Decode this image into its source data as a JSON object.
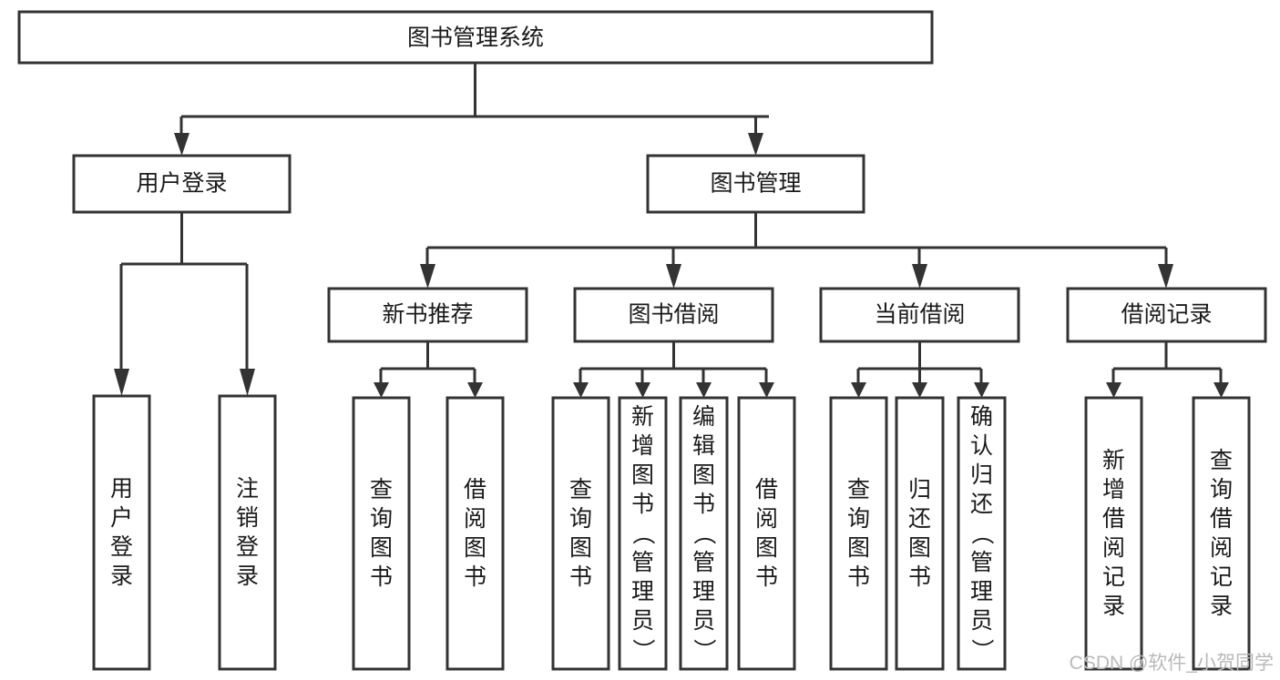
{
  "diagram": {
    "title": "图书管理系统",
    "type": "tree",
    "orientation": "top-down",
    "colors": {
      "box_stroke": "#333333",
      "box_fill": "#ffffff",
      "connector": "#333333",
      "text": "#1a1a1a",
      "background": "#ffffff",
      "watermark": "#b9b9b9"
    },
    "levels": [
      {
        "level": 1,
        "nodes": [
          {
            "id": "root",
            "label": "图书管理系统",
            "orientation": "horizontal"
          }
        ]
      },
      {
        "level": 2,
        "nodes": [
          {
            "id": "user-login",
            "label": "用户登录",
            "orientation": "horizontal",
            "parent": "root"
          },
          {
            "id": "book-manage",
            "label": "图书管理",
            "orientation": "horizontal",
            "parent": "root"
          }
        ]
      },
      {
        "level": 3,
        "nodes": [
          {
            "id": "new-book-rec",
            "label": "新书推荐",
            "orientation": "horizontal",
            "parent": "book-manage"
          },
          {
            "id": "book-borrow",
            "label": "图书借阅",
            "orientation": "horizontal",
            "parent": "book-manage"
          },
          {
            "id": "current-borrow",
            "label": "当前借阅",
            "orientation": "horizontal",
            "parent": "book-manage"
          },
          {
            "id": "borrow-record",
            "label": "借阅记录",
            "orientation": "horizontal",
            "parent": "book-manage"
          }
        ]
      },
      {
        "level": 4,
        "nodes": [
          {
            "id": "leaf-user-login",
            "label": "用户登录",
            "orientation": "vertical",
            "parent": "user-login"
          },
          {
            "id": "leaf-user-logout",
            "label": "注销登录",
            "orientation": "vertical",
            "parent": "user-login"
          },
          {
            "id": "leaf-query-book-1",
            "label": "查询图书",
            "orientation": "vertical",
            "parent": "new-book-rec"
          },
          {
            "id": "leaf-borrow-book-1",
            "label": "借阅图书",
            "orientation": "vertical",
            "parent": "new-book-rec"
          },
          {
            "id": "leaf-query-book-2",
            "label": "查询图书",
            "orientation": "vertical",
            "parent": "book-borrow"
          },
          {
            "id": "leaf-add-book",
            "label": "新增图书（管理员）",
            "orientation": "vertical",
            "parent": "book-borrow"
          },
          {
            "id": "leaf-edit-book",
            "label": "编辑图书（管理员）",
            "orientation": "vertical",
            "parent": "book-borrow"
          },
          {
            "id": "leaf-borrow-book-2",
            "label": "借阅图书",
            "orientation": "vertical",
            "parent": "book-borrow"
          },
          {
            "id": "leaf-query-book-3",
            "label": "查询图书",
            "orientation": "vertical",
            "parent": "current-borrow"
          },
          {
            "id": "leaf-return-book",
            "label": "归还图书",
            "orientation": "vertical",
            "parent": "current-borrow"
          },
          {
            "id": "leaf-confirm-return",
            "label": "确认归还（管理员）",
            "orientation": "vertical",
            "parent": "current-borrow"
          },
          {
            "id": "leaf-add-record",
            "label": "新增借阅记录",
            "orientation": "vertical",
            "parent": "borrow-record"
          },
          {
            "id": "leaf-query-record",
            "label": "查询借阅记录",
            "orientation": "vertical",
            "parent": "borrow-record"
          }
        ]
      }
    ]
  },
  "watermark": {
    "text": "CSDN @软件_小贺同学"
  }
}
